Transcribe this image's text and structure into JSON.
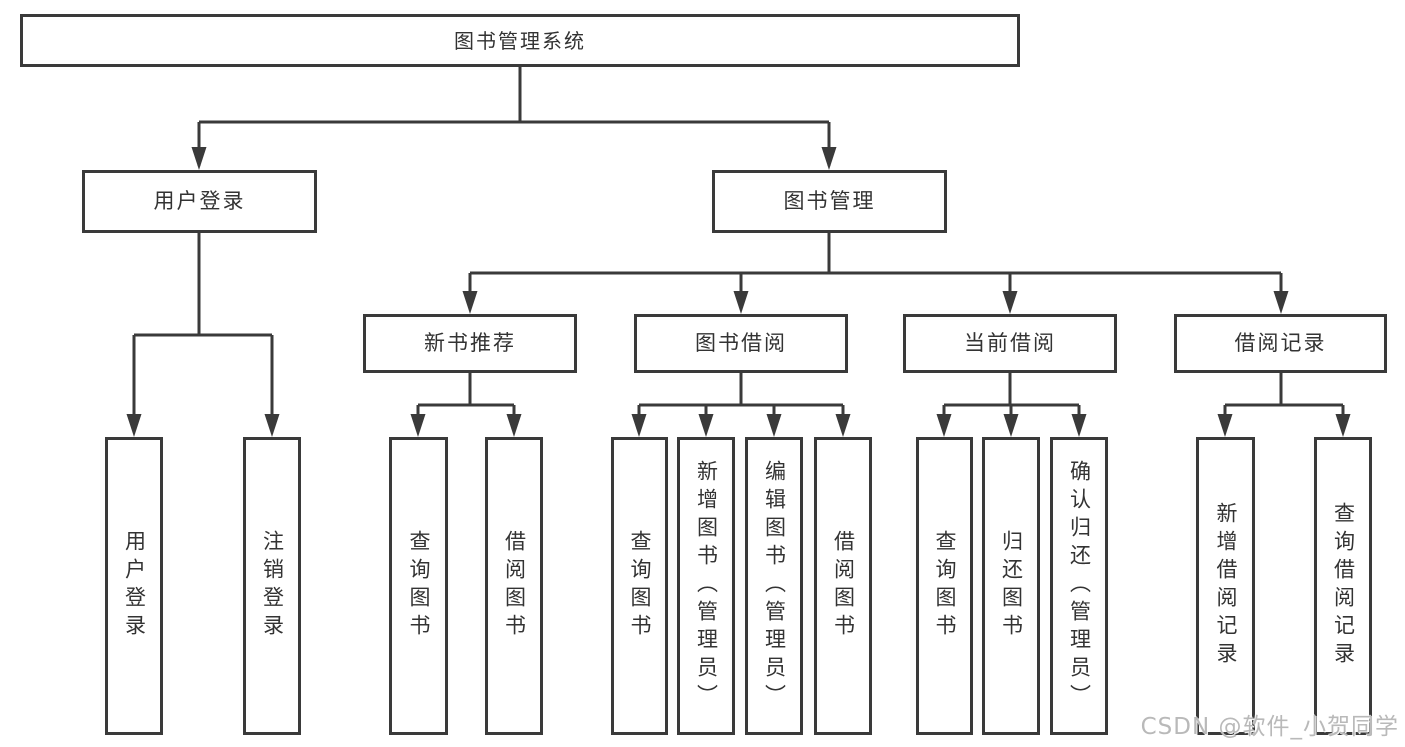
{
  "diagram": {
    "root": {
      "label": "图书管理系统",
      "children": [
        {
          "label": "用户登录",
          "children": [
            {
              "label": "用户登录"
            },
            {
              "label": "注销登录"
            }
          ]
        },
        {
          "label": "图书管理",
          "children": [
            {
              "label": "新书推荐",
              "children": [
                {
                  "label": "查询图书"
                },
                {
                  "label": "借阅图书"
                }
              ]
            },
            {
              "label": "图书借阅",
              "children": [
                {
                  "label": "查询图书"
                },
                {
                  "label": "新增图书（管理员）"
                },
                {
                  "label": "编辑图书（管理员）"
                },
                {
                  "label": "借阅图书"
                }
              ]
            },
            {
              "label": "当前借阅",
              "children": [
                {
                  "label": "查询图书"
                },
                {
                  "label": "归还图书"
                },
                {
                  "label": "确认归还（管理员）"
                }
              ]
            },
            {
              "label": "借阅记录",
              "children": [
                {
                  "label": "新增借阅记录"
                },
                {
                  "label": "查询借阅记录"
                }
              ]
            }
          ]
        }
      ]
    },
    "colors": {
      "line": "#3a3a3a",
      "text": "#333333",
      "box_background": "#ffffff"
    }
  },
  "watermark": {
    "text": "CSDN @软件_小贺同学",
    "color": "#b9b9b9"
  }
}
